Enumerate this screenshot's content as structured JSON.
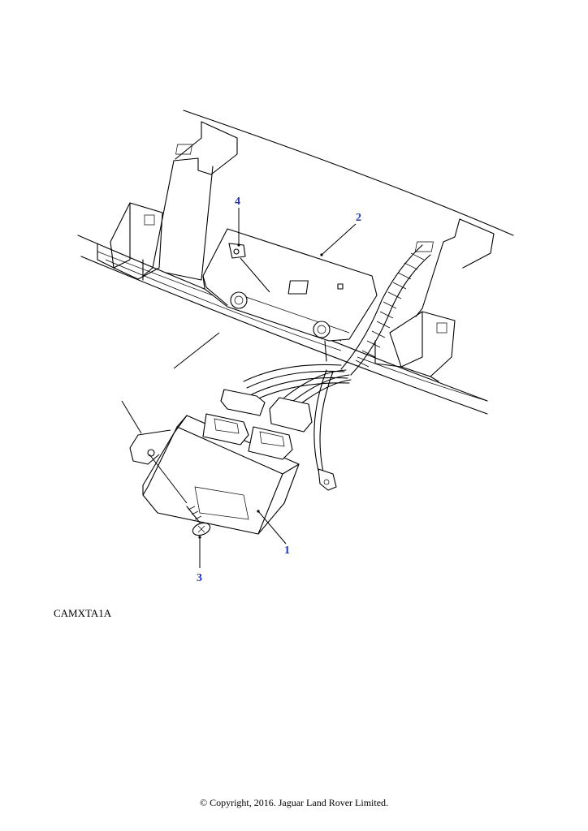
{
  "callouts": [
    {
      "id": "1",
      "label": "1"
    },
    {
      "id": "2",
      "label": "2"
    },
    {
      "id": "3",
      "label": "3"
    },
    {
      "id": "4",
      "label": "4"
    }
  ],
  "diagram_ref": "CAMXTA1A",
  "copyright": "© Copyright, 2016. Jaguar Land Rover Limited.",
  "colors": {
    "callout": "#1a2fd0",
    "line": "#000000",
    "background": "#ffffff"
  }
}
